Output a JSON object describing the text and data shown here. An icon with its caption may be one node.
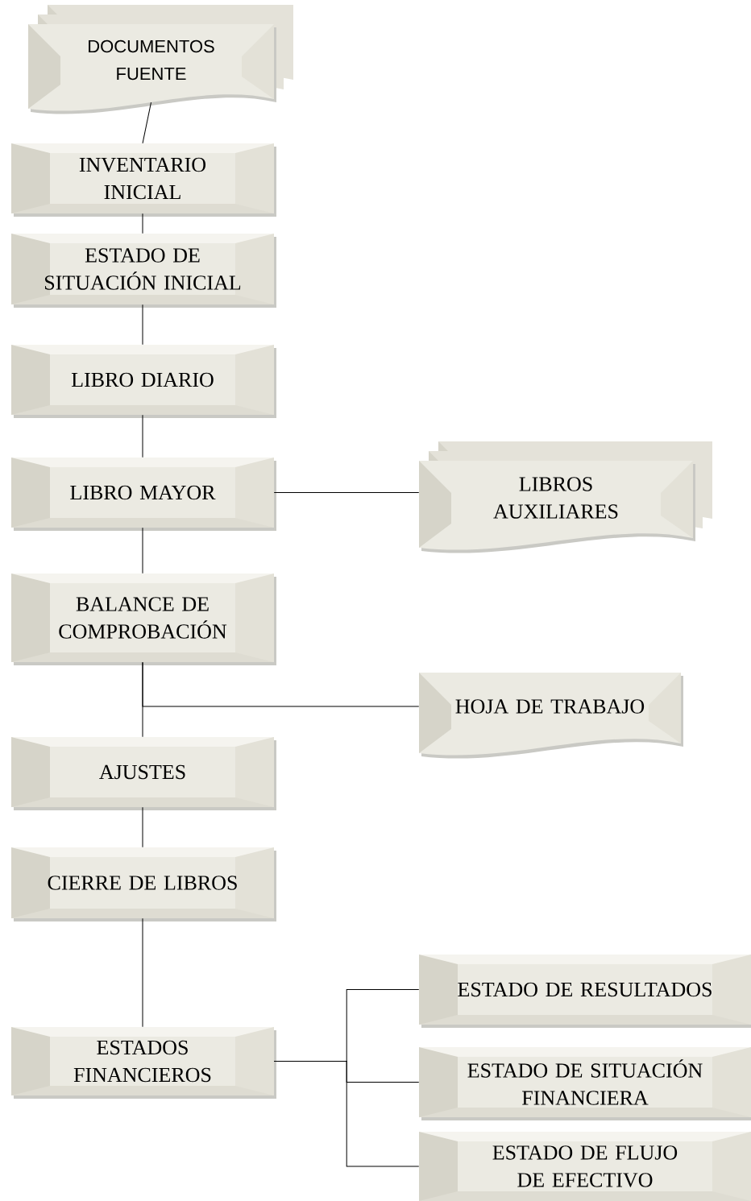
{
  "diagram": {
    "nodes": [
      {
        "text": [
          "DOCUMENTOS FUENTE"
        ]
      },
      {
        "text": [
          "INVENTARIO INICIAL"
        ]
      },
      {
        "text": [
          "ESTADO DE SITUACIÓN INICIAL"
        ]
      },
      {
        "text": [
          "LIBRO DIARIO"
        ]
      },
      {
        "text": [
          "LIBRO MAYOR"
        ]
      },
      {
        "text": [
          "LIBROS AUXILIARES"
        ]
      },
      {
        "text": [
          "BALANCE DE COMPROBACIÓN"
        ]
      },
      {
        "text": [
          "HOJA DE TRABAJO"
        ]
      },
      {
        "text": [
          "AJUSTES"
        ]
      },
      {
        "text": [
          "CIERRE DE LIBROS"
        ]
      },
      {
        "text": [
          "ESTADOS FINANCIEROS"
        ]
      },
      {
        "text": [
          "ESTADO DE RESULTADOS"
        ]
      },
      {
        "text": [
          "ESTADO DE SITUACIÓN FINANCIERA"
        ]
      },
      {
        "text": [
          "ESTADO DE FLUJO DE EFECTIVO"
        ]
      }
    ],
    "edges": [
      {
        "from": 0,
        "to": 1,
        "arrow": "none"
      },
      {
        "from": 1,
        "to": 2,
        "arrow": "none"
      },
      {
        "from": 2,
        "to": 3,
        "arrow": "none"
      },
      {
        "from": 3,
        "to": 4,
        "arrow": "none"
      },
      {
        "from": 4,
        "to": 5,
        "arrow": "none"
      },
      {
        "from": 4,
        "to": 6,
        "arrow": "none"
      },
      {
        "from": 6,
        "to": 7,
        "arrow": "none"
      },
      {
        "from": 6,
        "to": 8,
        "arrow": "none"
      },
      {
        "from": 8,
        "to": 9,
        "arrow": "none"
      },
      {
        "from": 9,
        "to": 10,
        "arrow": "none"
      },
      {
        "from": 10,
        "to": 11,
        "arrow": "none"
      },
      {
        "from": 10,
        "to": 12,
        "arrow": "none"
      },
      {
        "from": 10,
        "to": 13,
        "arrow": "none"
      }
    ]
  }
}
